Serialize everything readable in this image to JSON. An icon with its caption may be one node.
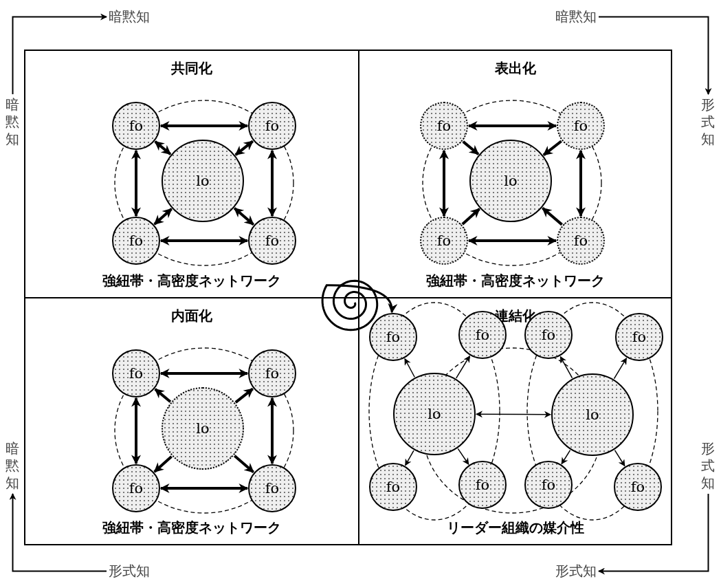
{
  "diagram": {
    "nodes": [
      {
        "text": [
          "暗黙知"
        ]
      },
      {
        "text": [
          "暗黙知"
        ]
      },
      {
        "text": [
          "暗黙知"
        ]
      },
      {
        "text": [
          "形式知"
        ]
      },
      {
        "text": [
          "共同化",
          "強紐帯・高密度ネットワーク"
        ]
      },
      {
        "text": [
          "fo"
        ],
        "in": 4
      },
      {
        "text": [
          "fo"
        ],
        "in": 4
      },
      {
        "text": [
          "lo"
        ],
        "in": 4
      },
      {
        "text": [
          "fo"
        ],
        "in": 4
      },
      {
        "text": [
          "fo"
        ],
        "in": 4
      },
      {
        "text": [
          "表出化",
          "強紐帯・高密度ネットワーク"
        ]
      },
      {
        "text": [
          "fo"
        ],
        "in": 10
      },
      {
        "text": [
          "fo"
        ],
        "in": 10
      },
      {
        "text": [
          "lo"
        ],
        "in": 10
      },
      {
        "text": [
          "fo"
        ],
        "in": 10
      },
      {
        "text": [
          "fo"
        ],
        "in": 10
      },
      {
        "text": [
          "暗黙知"
        ]
      },
      {
        "text": [
          "形式知"
        ]
      },
      {
        "text": [
          "内面化",
          "強紐帯・高密度ネットワーク"
        ]
      },
      {
        "text": [
          "fo"
        ],
        "in": 18
      },
      {
        "text": [
          "fo"
        ],
        "in": 18
      },
      {
        "text": [
          "lo"
        ],
        "in": 18
      },
      {
        "text": [
          "fo"
        ],
        "in": 18
      },
      {
        "text": [
          "fo"
        ],
        "in": 18
      },
      {
        "text": [
          "連結化",
          "リーダー組織の媒介性"
        ]
      },
      {
        "text": [
          "fo"
        ],
        "in": 24
      },
      {
        "text": [
          "fo"
        ],
        "in": 24
      },
      {
        "text": [
          "fo"
        ],
        "in": 24
      },
      {
        "text": [
          "fo"
        ],
        "in": 24
      },
      {
        "text": [
          "lo"
        ],
        "in": 24
      },
      {
        "text": [
          "lo"
        ],
        "in": 24
      },
      {
        "text": [
          "fo"
        ],
        "in": 24
      },
      {
        "text": [
          "fo"
        ],
        "in": 24
      },
      {
        "text": [
          "fo"
        ],
        "in": 24
      },
      {
        "text": [
          "fo"
        ],
        "in": 24
      },
      {
        "text": [
          "形式知"
        ]
      },
      {
        "text": [
          "形式知"
        ]
      }
    ],
    "edges": [
      {
        "from": 0,
        "to": 1,
        "arrow": "to"
      },
      {
        "from": 2,
        "to": 3,
        "arrow": "to"
      },
      {
        "from": 17,
        "to": 36,
        "arrow": "to"
      },
      {
        "from": 35,
        "to": 16,
        "arrow": "to"
      },
      {
        "from": 5,
        "to": 6,
        "arrow": "both"
      },
      {
        "from": 5,
        "to": 8,
        "arrow": "both"
      },
      {
        "from": 6,
        "to": 9,
        "arrow": "both"
      },
      {
        "from": 8,
        "to": 9,
        "arrow": "both"
      },
      {
        "from": 5,
        "to": 7,
        "arrow": "both"
      },
      {
        "from": 6,
        "to": 7,
        "arrow": "both"
      },
      {
        "from": 8,
        "to": 7,
        "arrow": "both"
      },
      {
        "from": 9,
        "to": 7,
        "arrow": "both"
      },
      {
        "from": 11,
        "to": 12,
        "arrow": "both"
      },
      {
        "from": 11,
        "to": 14,
        "arrow": "both"
      },
      {
        "from": 12,
        "to": 15,
        "arrow": "both"
      },
      {
        "from": 14,
        "to": 15,
        "arrow": "both"
      },
      {
        "from": 11,
        "to": 13,
        "arrow": "to"
      },
      {
        "from": 12,
        "to": 13,
        "arrow": "to"
      },
      {
        "from": 14,
        "to": 13,
        "arrow": "to"
      },
      {
        "from": 15,
        "to": 13,
        "arrow": "to"
      },
      {
        "from": 19,
        "to": 20,
        "arrow": "both"
      },
      {
        "from": 19,
        "to": 22,
        "arrow": "both"
      },
      {
        "from": 20,
        "to": 23,
        "arrow": "both"
      },
      {
        "from": 22,
        "to": 23,
        "arrow": "both"
      },
      {
        "from": 21,
        "to": 19,
        "arrow": "to"
      },
      {
        "from": 21,
        "to": 20,
        "arrow": "to"
      },
      {
        "from": 21,
        "to": 22,
        "arrow": "to"
      },
      {
        "from": 21,
        "to": 23,
        "arrow": "to"
      },
      {
        "from": 29,
        "to": 25,
        "arrow": "to"
      },
      {
        "from": 29,
        "to": 26,
        "arrow": "to"
      },
      {
        "from": 29,
        "to": 31,
        "arrow": "to"
      },
      {
        "from": 29,
        "to": 32,
        "arrow": "to"
      },
      {
        "from": 29,
        "to": 30,
        "arrow": "both"
      },
      {
        "from": 30,
        "to": 27,
        "arrow": "to"
      },
      {
        "from": 30,
        "to": 28,
        "arrow": "to"
      },
      {
        "from": 30,
        "to": 33,
        "arrow": "to"
      },
      {
        "from": 30,
        "to": 34,
        "arrow": "to"
      },
      {
        "from": null,
        "to": 25,
        "arrow": "to"
      }
    ]
  }
}
